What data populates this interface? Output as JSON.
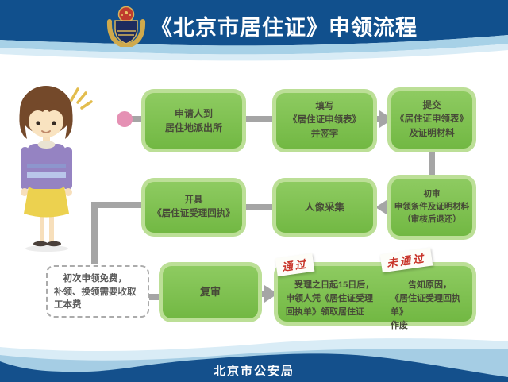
{
  "header": {
    "title": "《北京市居住证》申领流程",
    "emblem_icon": "police-badge-icon"
  },
  "footer": {
    "org": "北京市公安局"
  },
  "colors": {
    "header_navy": "#11508d",
    "band_light_blue": "#a7d1e7",
    "band_pale_blue": "#d9ecf6",
    "green_box_fill": "#7cc24f",
    "green_box_border": "#bcdf97",
    "box_text": "#474a38",
    "connector_gray": "#a5a5a5",
    "start_dot_pink": "#e591b4",
    "tag_red": "#c8352a",
    "dashed_border_gray": "#ababab"
  },
  "flow": {
    "steps": [
      {
        "label": "申请人到\n居住地派出所"
      },
      {
        "label": "填写\n《居住证申领表》\n并签字"
      },
      {
        "label": "提交\n《居住证申领表》\n及证明材料"
      },
      {
        "label": "初审\n申领条件及证明材料\n（审核后退还）"
      },
      {
        "label": "人像采集"
      },
      {
        "label": "开具\n《居住证受理回执》"
      },
      {
        "label": "复审"
      }
    ],
    "outcomes": {
      "pass_tag": "通过",
      "pass_text": "　受理之日起15日后，\n申领人凭《居住证受理\n回执单》领取居住证",
      "fail_tag": "未通过",
      "fail_text": "　　告知原因，\n《居住证受理回执单》\n作废"
    },
    "fee_note": "　初次申领免费，\n补领、换领需要收取\n工本费"
  },
  "illustration": {
    "name": "woman-applicant",
    "start_marker": "start-dot"
  }
}
